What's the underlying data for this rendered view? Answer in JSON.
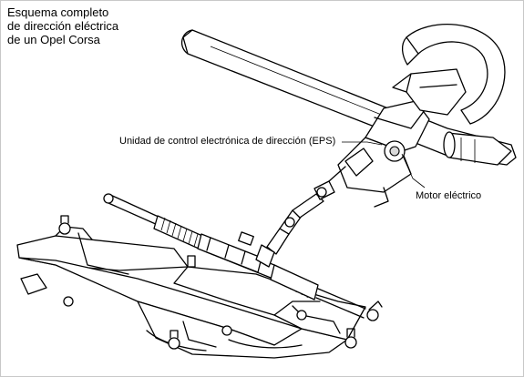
{
  "title_lines": [
    "Esquema completo",
    "de dirección eléctrica",
    "de un Opel Corsa"
  ],
  "labels": {
    "eps_unit": "Unidad de control electrónica de dirección (EPS)",
    "electric_motor": "Motor eléctrico"
  }
}
